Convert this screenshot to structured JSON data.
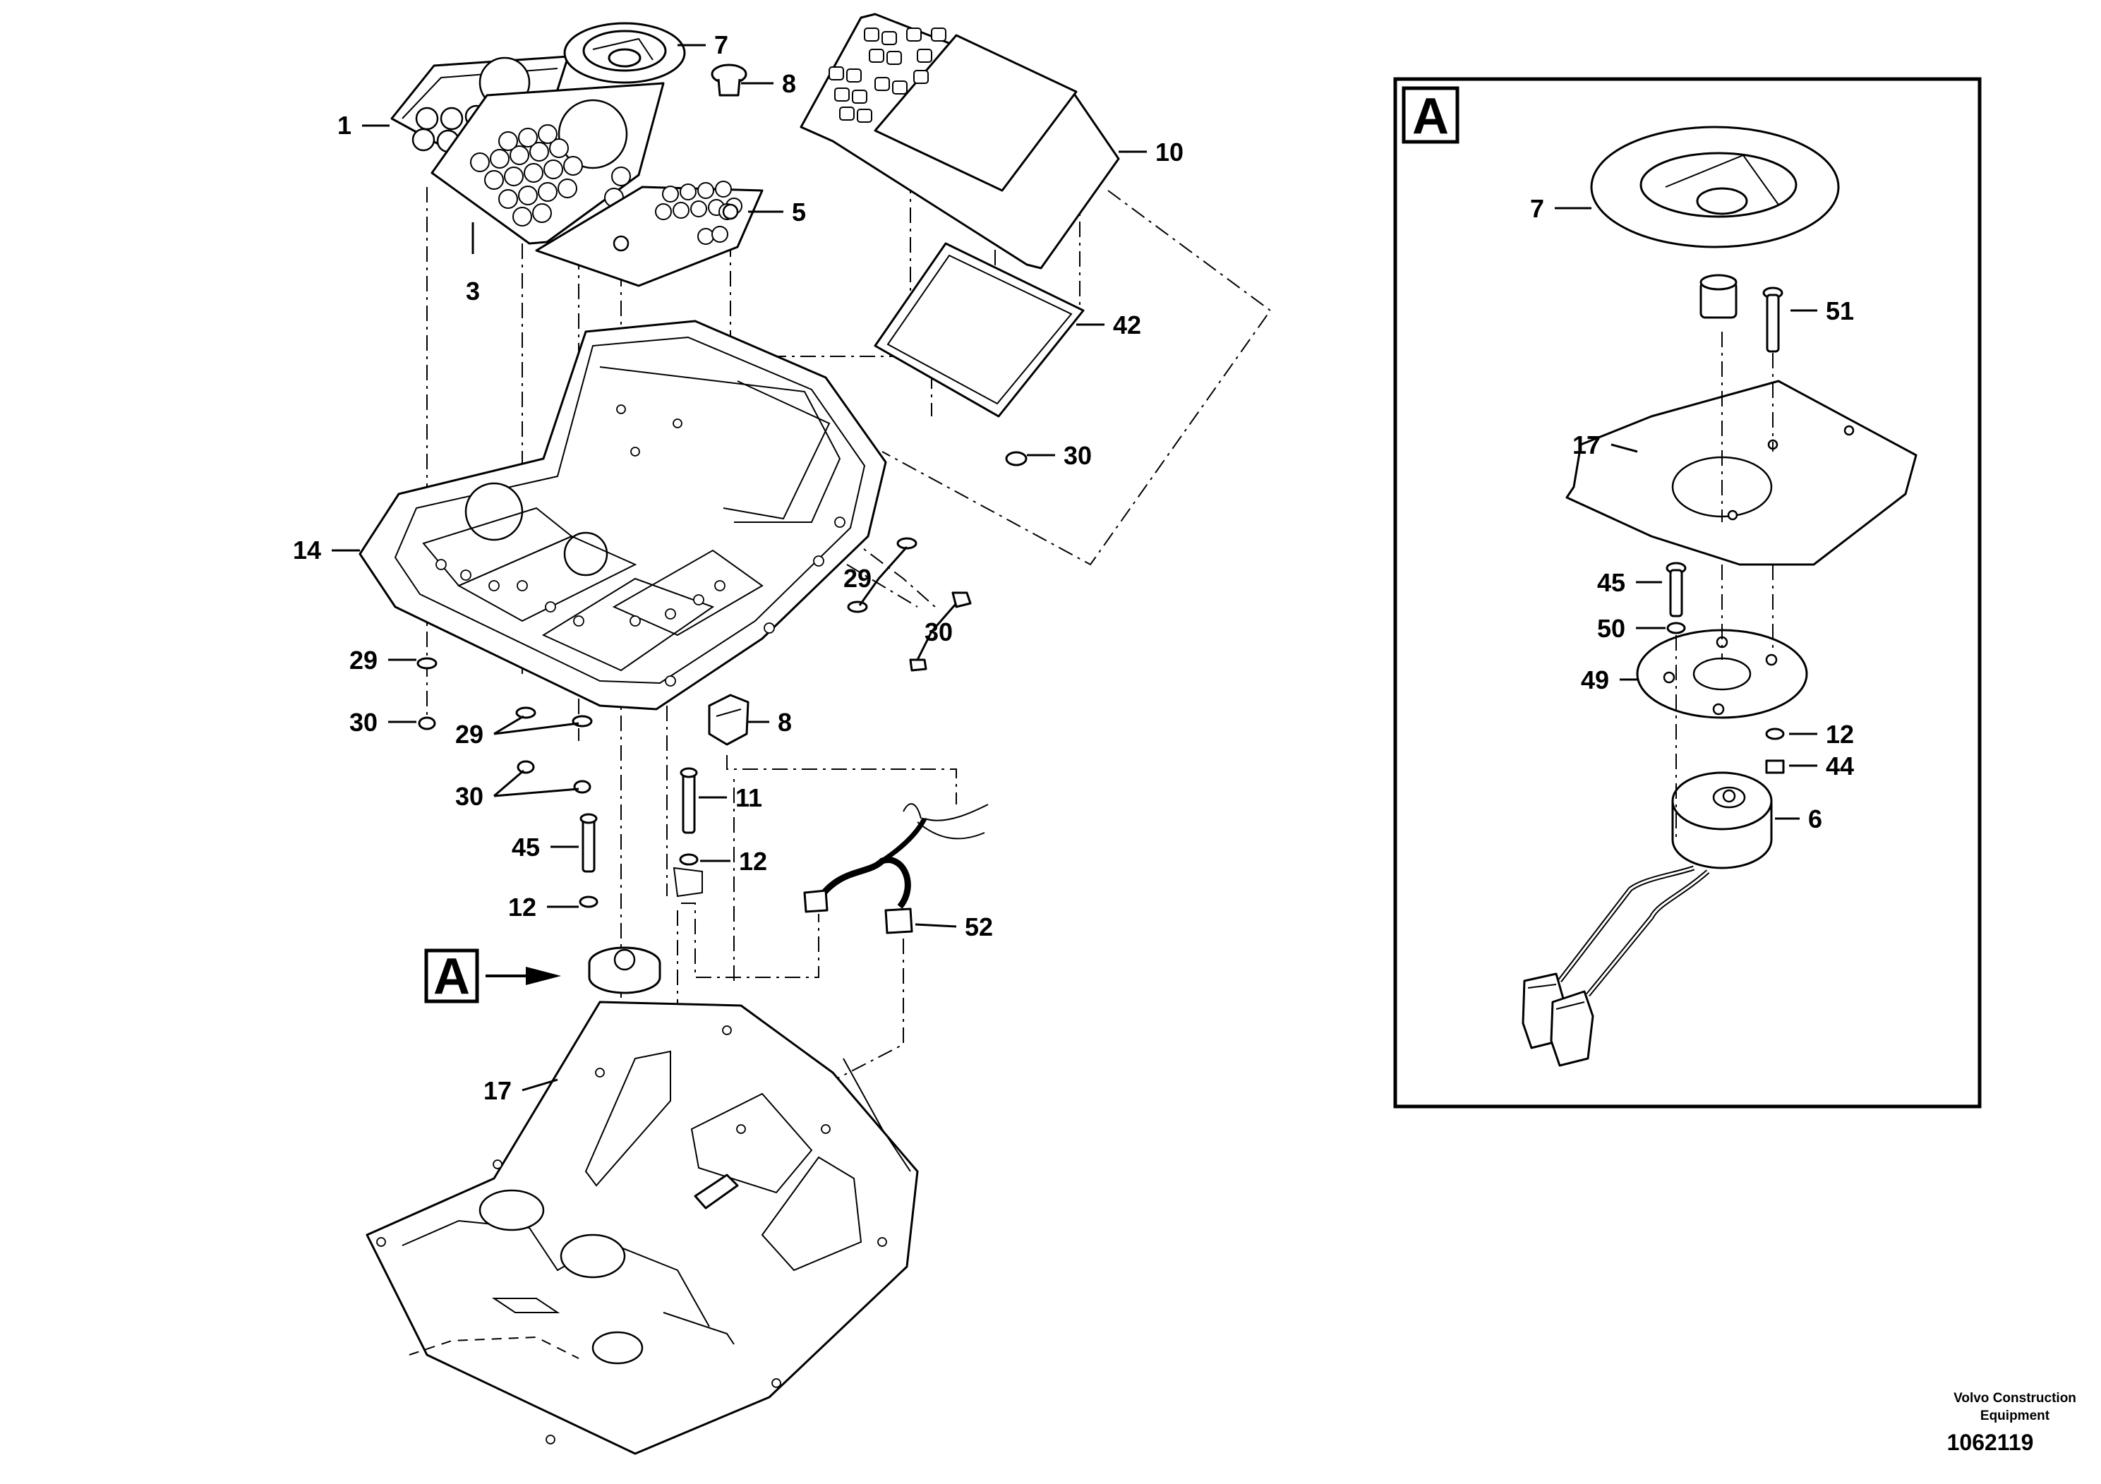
{
  "callouts": {
    "c1": "1",
    "c3": "3",
    "c5": "5",
    "c7": "7",
    "c8a": "8",
    "c10": "10",
    "c42": "42",
    "c30a": "30",
    "c14": "14",
    "c29a": "29",
    "c30b": "30",
    "c29b": "29",
    "c30c": "30",
    "c29c": "29",
    "c30d": "30",
    "c8b": "8",
    "c11": "11",
    "c45": "45",
    "c12a": "12",
    "c12b": "12",
    "c52": "52",
    "c17": "17"
  },
  "detail": {
    "label": "A",
    "pointer_label": "A",
    "callouts": {
      "d7": "7",
      "d51": "51",
      "d17": "17",
      "d45": "45",
      "d50": "50",
      "d49": "49",
      "d12": "12",
      "d44": "44",
      "d6": "6"
    }
  },
  "footer": {
    "brand_line1": "Volvo Construction",
    "brand_line2": "Equipment",
    "drawing_number": "1062119"
  }
}
